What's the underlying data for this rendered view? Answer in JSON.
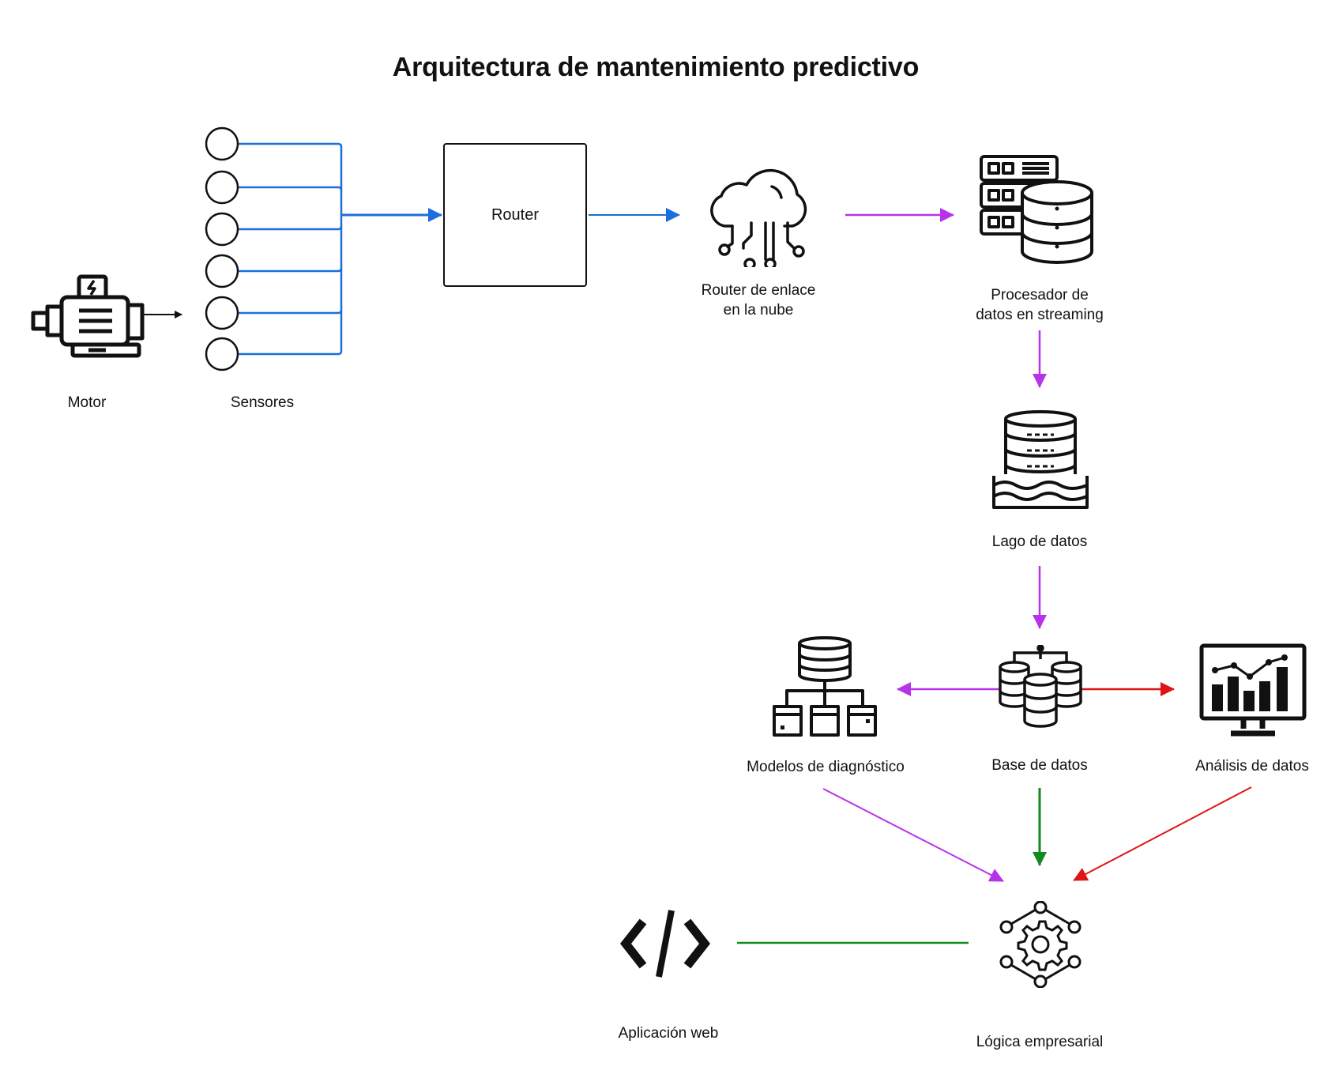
{
  "title": "Arquitectura de mantenimiento predictivo",
  "nodes": {
    "motor": "Motor",
    "sensors": "Sensores",
    "router": "Router",
    "cloud_router": "Router de enlace\nen la nube",
    "stream_processor": "Procesador de\ndatos en streaming",
    "data_lake": "Lago de datos",
    "database": "Base de datos",
    "diagnostic_models": "Modelos de diagnóstico",
    "data_analysis": "Análisis de datos",
    "business_logic": "Lógica empresarial",
    "web_app": "Aplicación web"
  },
  "icons": {
    "motor": "electric-motor-icon",
    "sensor": "sensor-circle-icon",
    "cloud_router": "cloud-network-icon",
    "stream_processor": "server-database-icon",
    "data_lake": "data-lake-icon",
    "database": "database-cluster-icon",
    "diagnostic_models": "database-hierarchy-icon",
    "data_analysis": "analytics-monitor-icon",
    "business_logic": "gear-network-icon",
    "web_app": "code-brackets-icon"
  },
  "colors": {
    "blue": "#1a6fdb",
    "purple": "#b733ea",
    "red": "#e01414",
    "green": "#138a1e",
    "black": "#111111"
  }
}
